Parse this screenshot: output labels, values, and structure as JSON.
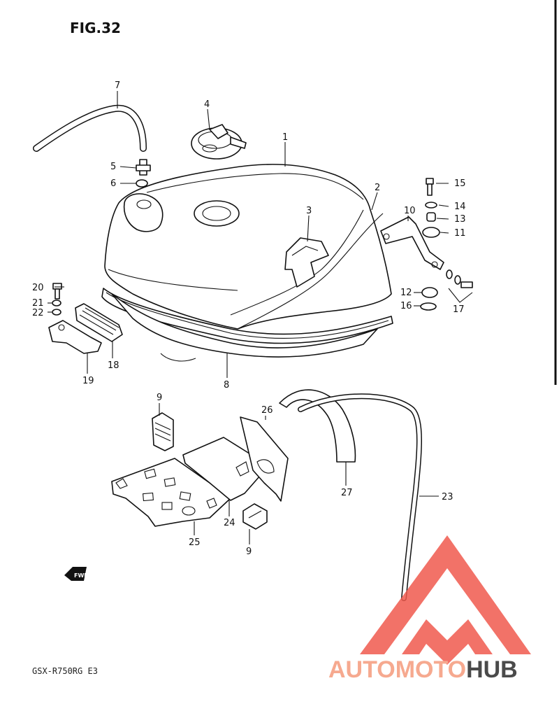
{
  "figure_title": "FIG.32",
  "model_code": "GSX-R750RG E3",
  "fwd_arrow_text": "FWD",
  "watermark": {
    "part1": "AUTOMOTO",
    "part2": "HUB",
    "color1": "#f6a98f",
    "color2": "#4a4a4a",
    "logo_color": "#f05a4e"
  },
  "callouts": [
    "1",
    "2",
    "3",
    "4",
    "5",
    "6",
    "7",
    "8",
    "9",
    "9",
    "10",
    "11",
    "12",
    "13",
    "14",
    "15",
    "16",
    "17",
    "18",
    "19",
    "20",
    "21",
    "22",
    "23",
    "24",
    "25",
    "26",
    "27"
  ]
}
